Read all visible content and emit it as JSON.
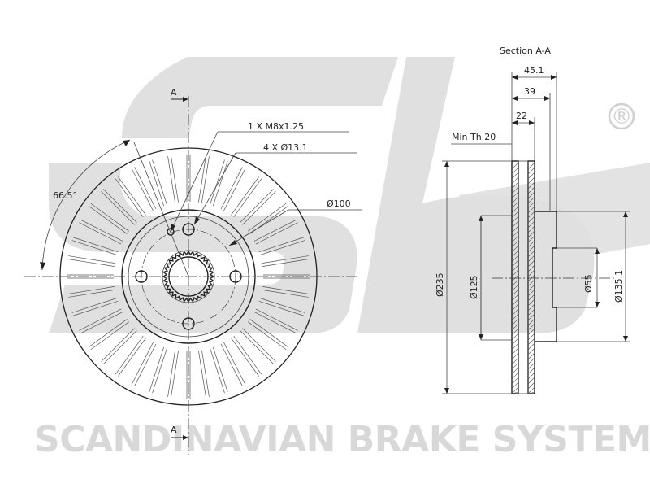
{
  "watermark": {
    "logo_text": "sbs",
    "registered_symbol": "®",
    "company_name": "SCANDINAVIAN BRAKE SYSTEMS"
  },
  "front_view": {
    "section_marker_top": "A",
    "section_marker_bottom": "A",
    "angle_label": "66.5°",
    "thread_label": "1  X  M8x1.25",
    "holes_label": "4  X  Ø13.1",
    "pcd_label": "Ø100"
  },
  "section_view": {
    "title": "Section  A-A",
    "dim_overall_width": "45.1",
    "dim_hat_width": "39",
    "dim_disc_thickness": "22",
    "min_thickness_label": "Min Th  20",
    "dim_outer_diameter": "Ø235",
    "dim_inner_diameter": "Ø125",
    "dim_center_bore": "Ø55",
    "dim_hat_diameter": "Ø135.1"
  },
  "colors": {
    "watermark": "#d8d8d8",
    "line": "#222222"
  }
}
